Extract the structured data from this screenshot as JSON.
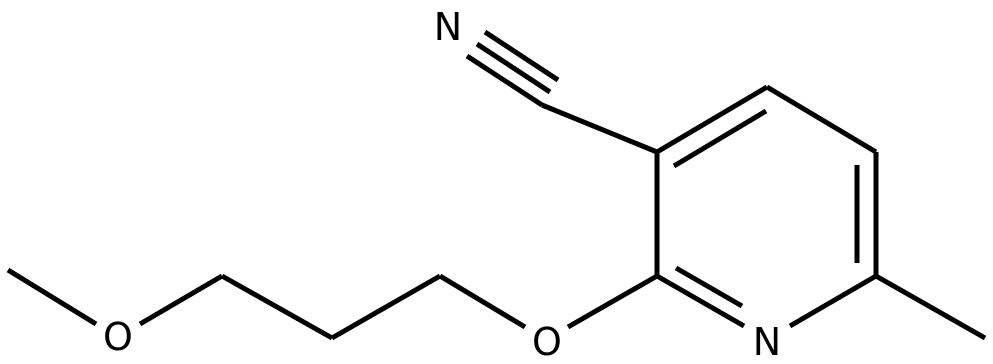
{
  "molecule": {
    "atoms": {
      "nitrile_n": "N",
      "ring_n": "N",
      "ether_o": "O",
      "methoxy_o": "O"
    }
  },
  "colors": {
    "background": "#ffffff",
    "bond": "#000000",
    "label": "#000000"
  }
}
